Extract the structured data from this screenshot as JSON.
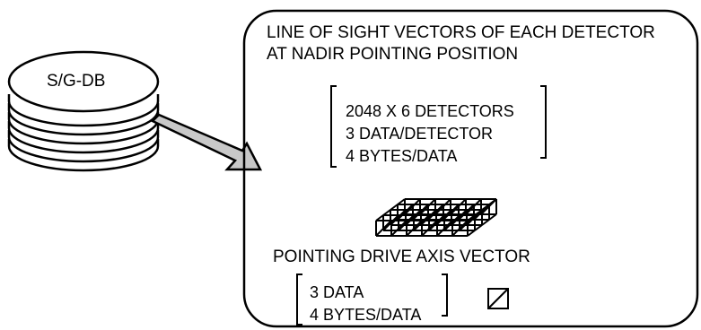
{
  "database": {
    "label": "S/G-DB"
  },
  "panel": {
    "title_line1": "LINE OF SIGHT VECTORS OF EACH DETECTOR",
    "title_line2": "AT NADIR POINTING POSITION",
    "detector_block": {
      "line1": "2048 X 6  DETECTORS",
      "line2": "3 DATA/DETECTOR",
      "line3": "4 BYTES/DATA"
    },
    "axis_title": "POINTING DRIVE AXIS VECTOR",
    "axis_block": {
      "line1": "3 DATA",
      "line2": "4 BYTES/DATA"
    }
  },
  "icons": {
    "arrow": "arrow-right-down-icon",
    "grid": "detector-grid-icon",
    "box": "crossed-box-icon"
  }
}
